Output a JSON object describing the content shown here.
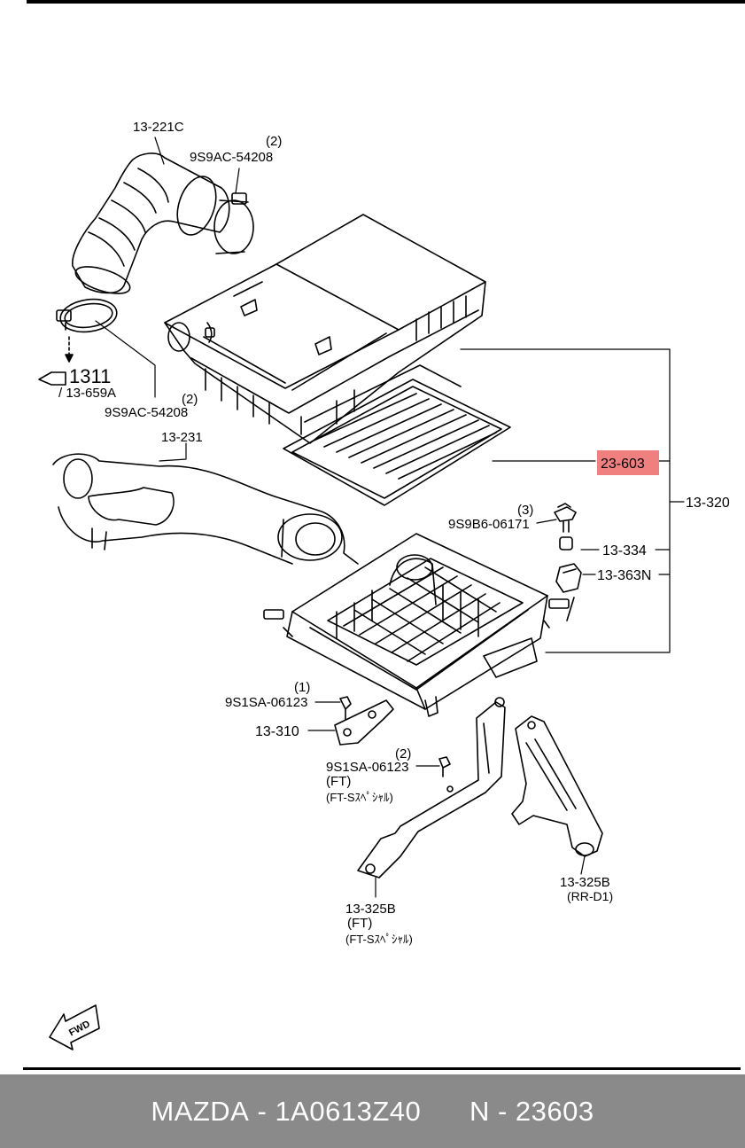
{
  "colors": {
    "highlight": "#f08080",
    "line": "#000000",
    "footer_bg": "#8a8a8a",
    "footer_text": "#ffffff"
  },
  "fwd_label": "FWD",
  "footer": {
    "brand": "MAZDA",
    "sep1": "-",
    "part_number": "1A0613Z40",
    "n_label": "N",
    "sep2": "-",
    "n_value": "23603"
  },
  "callouts": {
    "c_13_221c": "13-221C",
    "q2_top": "(2)",
    "c_9s9ac_top": "9S9AC-54208",
    "c_1311": "1311",
    "c_13_659a": "/ 13-659A",
    "q2_mid": "(2)",
    "c_9s9ac_mid": "9S9AC-54208",
    "c_13_231": "13-231",
    "c_23_603": "23-603",
    "q3": "(3)",
    "c_9s9b6": "9S9B6-06171",
    "c_13_334": "13-334",
    "c_13_363n": "13-363N",
    "c_13_320": "13-320",
    "q1": "(1)",
    "c_9s1sa_a": "9S1SA-06123",
    "c_13_310": "13-310",
    "q2_low": "(2)",
    "c_9s1sa_b": "9S1SA-06123",
    "ft_a": "(FT)",
    "ft_spec_a": "(FT-Sｽﾍﾟｼｬﾙ)",
    "c_13_325b_rr": "13-325B",
    "rr_d1": "(RR-D1)",
    "c_13_325b_ft": "13-325B",
    "ft_b": "(FT)",
    "ft_spec_b": "(FT-Sｽﾍﾟｼｬﾙ)"
  }
}
